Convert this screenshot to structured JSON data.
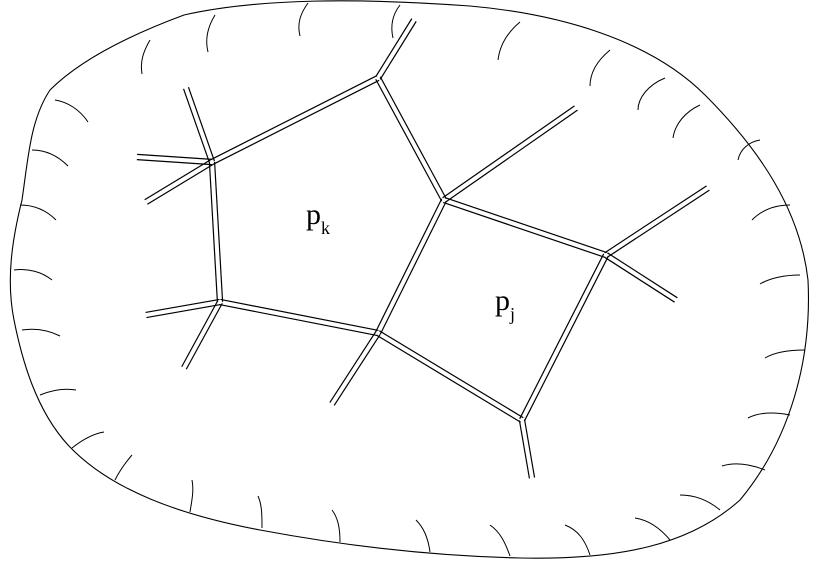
{
  "labels": {
    "cell_k": {
      "main": "p",
      "sub": "k"
    },
    "cell_j": {
      "main": "p",
      "sub": "j"
    }
  }
}
